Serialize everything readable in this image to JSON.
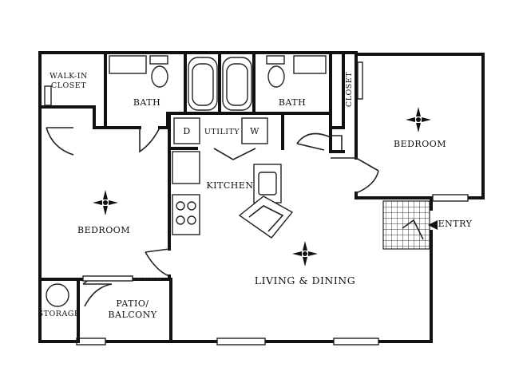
{
  "rooms": {
    "walk_in_closet": [
      "WALK-IN",
      "CLOSET"
    ],
    "bath_left": "BATH",
    "bath_right": "BATH",
    "closet": "CLOSET",
    "utility": "UTILITY",
    "bedroom_right": "BEDROOM",
    "kitchen": "KITCHEN",
    "bedroom_left": "BEDROOM",
    "entry": "ENTRY",
    "living_dining": "LIVING & DINING",
    "patio_balcony": [
      "PATIO/",
      "BALCONY"
    ],
    "storage": "STORAGE"
  },
  "appliances": {
    "dryer": "D",
    "washer": "W"
  }
}
